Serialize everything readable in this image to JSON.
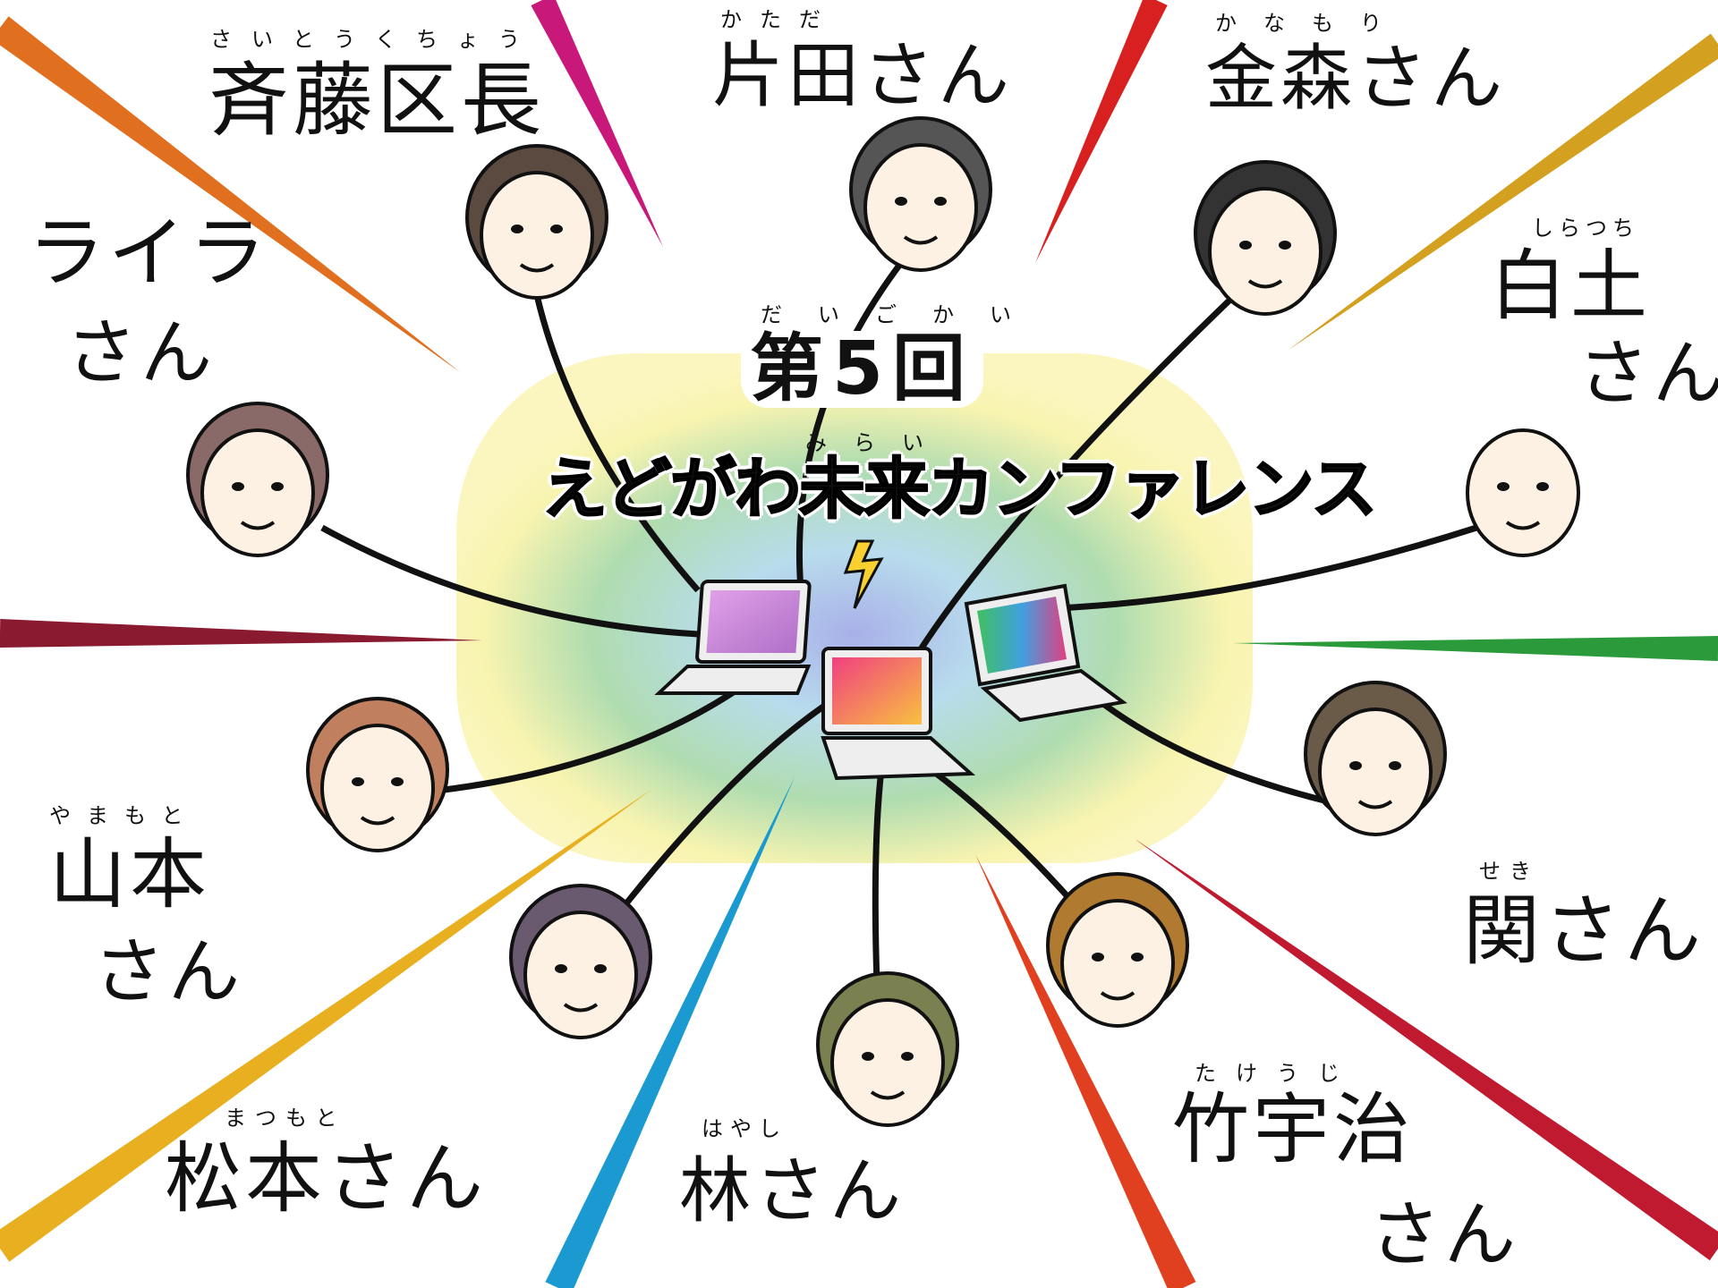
{
  "title": {
    "edition": "第5回",
    "edition_ruby": "だいごかい",
    "conference": "えどがわ未来カンファレンス",
    "conference_ruby": "みらい"
  },
  "participants": [
    {
      "name": "斉藤区長",
      "ruby": "さいとうくちょう"
    },
    {
      "name": "片田さん",
      "ruby": "かただ"
    },
    {
      "name": "金森さん",
      "ruby": "かなもり"
    },
    {
      "name": "白土",
      "suffix": "さん",
      "ruby": "しらつち"
    },
    {
      "name": "ライラ",
      "suffix": "さん"
    },
    {
      "name": "山本",
      "suffix": "さん",
      "ruby": "やまもと"
    },
    {
      "name": "松本さん",
      "ruby": "まつもと"
    },
    {
      "name": "林さん",
      "ruby": "はやし"
    },
    {
      "name": "竹宇治",
      "suffix": "さん",
      "ruby": "たけうじ"
    },
    {
      "name": "関さん",
      "ruby": "せき"
    }
  ],
  "icons": [
    "laptop-icon",
    "lightning-icon"
  ],
  "colors": {
    "rays": [
      "#e07020",
      "#c8197a",
      "#d82020",
      "#d4a020",
      "#8a1a30",
      "#2a9a3a",
      "#e8b020",
      "#1a9ad0",
      "#e04020",
      "#c01a30"
    ],
    "glow_center": "#a8b8e8",
    "glow_outer": "#fbf4b0"
  }
}
